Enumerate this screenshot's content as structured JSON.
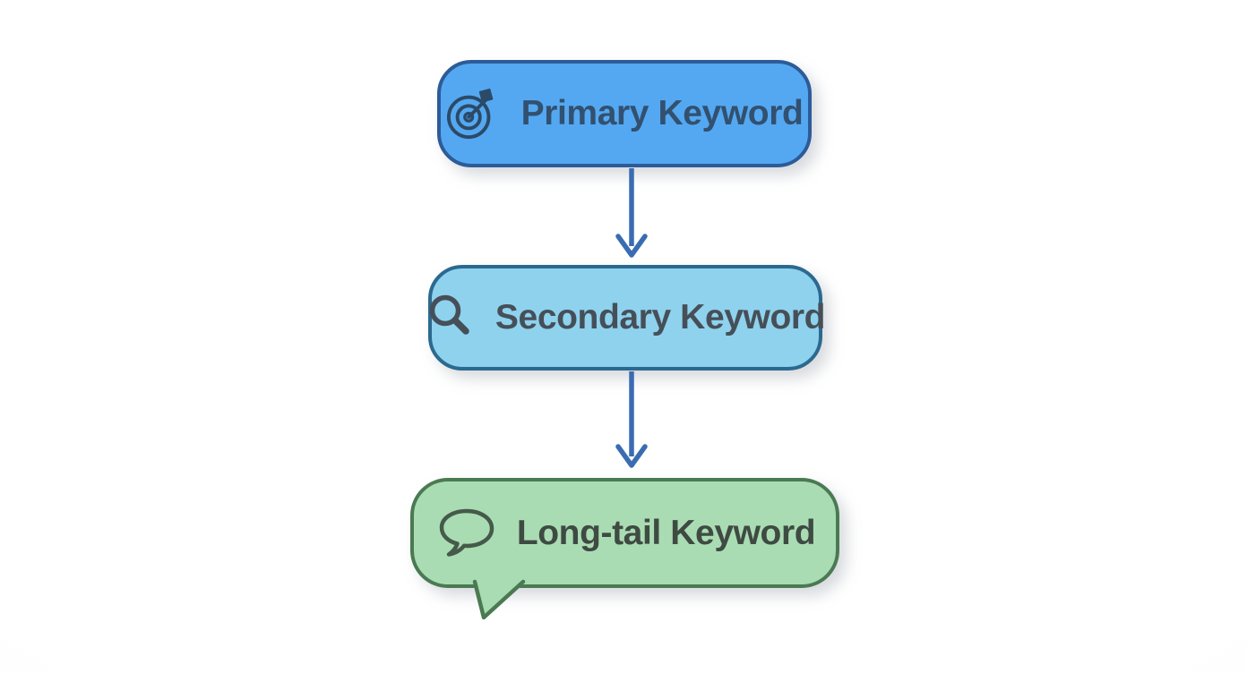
{
  "diagram": {
    "name": "keyword-hierarchy-flow",
    "background": "#ffffff",
    "arrow_color": "#3a6cb2",
    "nodes": [
      {
        "id": "primary",
        "label": "Primary Keyword",
        "icon": "target-icon",
        "fill": "#54a8f1",
        "border": "#2d5b98",
        "text_color": "#32506f",
        "shape": "rounded-rectangle"
      },
      {
        "id": "secondary",
        "label": "Secondary Keyword",
        "icon": "search-icon",
        "fill": "#8ed2ee",
        "border": "#2c698f",
        "text_color": "#464f58",
        "shape": "rounded-rectangle"
      },
      {
        "id": "longtail",
        "label": "Long-tail Keyword",
        "icon": "speech-bubble-icon",
        "fill": "#aadcb3",
        "border": "#4a7a52",
        "text_color": "#3f4a43",
        "shape": "speech-bubble"
      }
    ],
    "edges": [
      {
        "from": "primary",
        "to": "secondary",
        "style": "arrow-down"
      },
      {
        "from": "secondary",
        "to": "longtail",
        "style": "arrow-down"
      }
    ]
  }
}
